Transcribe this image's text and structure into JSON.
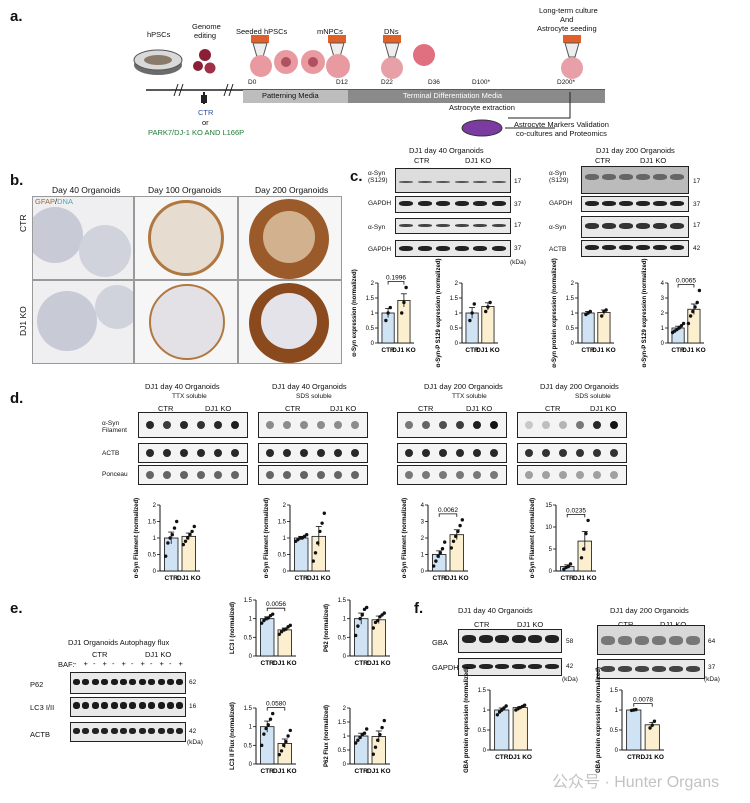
{
  "panels": {
    "a": "a.",
    "b": "b.",
    "c": "c.",
    "d": "d.",
    "e": "e.",
    "f": "f."
  },
  "panel_a": {
    "hpscs": "hPSCs",
    "genome_editing_1": "Genome",
    "genome_editing_2": "editing",
    "seeded": "Seeded hPSCs",
    "mnpcs": "mNPCs",
    "dns": "DNs",
    "long_term_1": "Long-term culture",
    "long_term_2": "And",
    "long_term_3": "Astrocyte seeding",
    "d0": "D0",
    "d12": "D12",
    "d22": "D22",
    "d36": "D36",
    "d100": "D100*",
    "d200": "D200*",
    "patterning": "Patterning Media",
    "terminal": "Terminal Differentiation Media",
    "astro_extraction": "Astrocyte extraction",
    "astro_markers_1": "Astrocyte Markers Validation",
    "astro_markers_2": "co-cultures and Proteomics",
    "ctr": "CTR",
    "or": "or",
    "ko": "PARK7/DJ-1 KO AND L166P"
  },
  "panel_b": {
    "col1": "Day 40 Organoids",
    "col2": "Day 100 Organoids",
    "col3": "Day 200 Organoids",
    "stain_gfap": "GFAP",
    "stain_sep": "/",
    "stain_dna": "DNA",
    "row1": "CTR",
    "row2": "DJ1 KO"
  },
  "panel_c": {
    "left_title": "DJ1 day 40 Organoids",
    "right_title": "DJ1 day 200 Organoids",
    "ctr": "CTR",
    "ko": "DJ1 KO",
    "row_syn_s129": "α-Syn (S129)",
    "row_gapdh": "GAPDH",
    "row_syn": "α-Syn",
    "row_actb": "ACTB",
    "mw_17": "17",
    "mw_37": "37",
    "mw_42": "42",
    "kda": "(kDa)"
  },
  "panel_d": {
    "t1": "DJ1 day 40 Organoids",
    "s1": "TTX soluble",
    "t2": "DJ1 day 40 Organoids",
    "s2": "SDS soluble",
    "t3": "DJ1 day 200 Organoids",
    "s3": "TTX soluble",
    "t4": "DJ1 day 200 Organoids",
    "s4": "SDS soluble",
    "row_filament": "α-Syn Filament",
    "row_actb": "ACTB",
    "row_ponceau": "Ponceau",
    "ctr": "CTR",
    "ko": "DJ1 KO"
  },
  "panel_e": {
    "title": "DJ1 Organoids Autophagy flux",
    "baf": "BAF:",
    "signs": [
      "-",
      "+",
      "-",
      "+",
      "-",
      "+",
      "-",
      "+",
      "-",
      "+",
      "-",
      "+"
    ],
    "ctr": "CTR",
    "ko": "DJ1 KO",
    "row_p62": "P62",
    "row_lc3": "LC3 I/II",
    "row_actb": "ACTB",
    "mw_62": "62",
    "mw_16": "16",
    "mw_42": "42",
    "kda": "(kDa)"
  },
  "panel_f": {
    "left_title": "DJ1 day 40 Organoids",
    "right_title": "DJ1 day 200 Organoids",
    "ctr": "CTR",
    "ko": "DJ1 KO",
    "row_gba": "GBA",
    "row_gapdh": "GAPDH",
    "mw_58": "58",
    "mw_42": "42",
    "mw_64": "64",
    "mw_37": "37",
    "kda": "(kDa)"
  },
  "watermark": "公众号 · Hunter Organs",
  "colors": {
    "ctr_bar": "#cfe3f5",
    "ko_bar": "#fbefcf",
    "media_bar": "#8f8f8f",
    "media_bar_light": "#c8c8c8",
    "ctr_text": "#2a4fa0",
    "ko_text": "#1f7a3a",
    "gfap": "#9a6a3a",
    "dna": "#6fb7c7",
    "organoid_stain": "#a0602e"
  },
  "chart_data": [
    {
      "id": "c1",
      "type": "bar",
      "categories": [
        "CTR",
        "DJ1 KO"
      ],
      "values": [
        1.0,
        1.42
      ],
      "errors": [
        0.15,
        0.22
      ],
      "ylabel": "α-Syn expression (normalized)",
      "ylim": [
        0,
        2
      ],
      "yticks": [
        0,
        0.5,
        1.0,
        1.5,
        2.0
      ],
      "pvalue": "0.1996",
      "points": [
        [
          0.75,
          1.0,
          1.18
        ],
        [
          1.0,
          1.35,
          1.85
        ]
      ]
    },
    {
      "id": "c2",
      "type": "bar",
      "categories": [
        "CTR",
        "DJ1 KO"
      ],
      "values": [
        1.0,
        1.22
      ],
      "errors": [
        0.18,
        0.12
      ],
      "ylabel": "α-Syn-P S129 expression (normalized)",
      "ylim": [
        0,
        2
      ],
      "yticks": [
        0,
        0.5,
        1.0,
        1.5,
        2.0
      ],
      "pvalue": "",
      "points": [
        [
          0.75,
          1.0,
          1.3
        ],
        [
          1.05,
          1.2,
          1.35
        ]
      ]
    },
    {
      "id": "c3",
      "type": "bar",
      "categories": [
        "CTR",
        "DJ1 KO"
      ],
      "values": [
        1.0,
        1.02
      ],
      "errors": [
        0.05,
        0.08
      ],
      "ylabel": "α-Syn protein expression (normalized)",
      "ylim": [
        0,
        2
      ],
      "yticks": [
        0,
        0.5,
        1.0,
        1.5,
        2.0
      ],
      "pvalue": "",
      "points": [
        [
          0.95,
          1.0,
          1.05
        ],
        [
          0.9,
          1.05,
          1.1
        ]
      ]
    },
    {
      "id": "c4",
      "type": "bar",
      "categories": [
        "CTR",
        "DJ1 KO"
      ],
      "values": [
        1.0,
        2.25
      ],
      "errors": [
        0.12,
        0.35
      ],
      "ylabel": "α-Syn-P S129 expression (normalized)",
      "ylim": [
        0,
        4
      ],
      "yticks": [
        0,
        1,
        2,
        3,
        4
      ],
      "pvalue": "0.0065",
      "points": [
        [
          0.7,
          0.8,
          0.9,
          1.0,
          1.15,
          1.3
        ],
        [
          1.3,
          1.8,
          2.1,
          2.4,
          2.7,
          3.5
        ]
      ]
    },
    {
      "id": "d1",
      "type": "bar",
      "categories": [
        "CTR",
        "DJ1 KO"
      ],
      "values": [
        1.0,
        1.05
      ],
      "errors": [
        0.18,
        0.1
      ],
      "ylabel": "α-Syn Filament (normalized)",
      "ylim": [
        0,
        2
      ],
      "yticks": [
        0,
        0.5,
        1.0,
        1.5,
        2.0
      ],
      "pvalue": "",
      "points": [
        [
          0.45,
          0.85,
          1.0,
          1.1,
          1.3,
          1.5
        ],
        [
          0.8,
          0.9,
          1.0,
          1.1,
          1.2,
          1.35
        ]
      ]
    },
    {
      "id": "d2",
      "type": "bar",
      "categories": [
        "CTR",
        "DJ1 KO"
      ],
      "values": [
        1.0,
        1.05
      ],
      "errors": [
        0.05,
        0.3
      ],
      "ylabel": "α-Syn Filament (normalized)",
      "ylim": [
        0,
        2
      ],
      "yticks": [
        0,
        0.5,
        1.0,
        1.5,
        2.0
      ],
      "pvalue": "",
      "points": [
        [
          0.9,
          0.95,
          1.0,
          1.0,
          1.05,
          1.1
        ],
        [
          0.3,
          0.55,
          0.85,
          1.2,
          1.45,
          1.75
        ]
      ]
    },
    {
      "id": "d3",
      "type": "bar",
      "categories": [
        "CTR",
        "DJ1 KO"
      ],
      "values": [
        1.0,
        2.2
      ],
      "errors": [
        0.22,
        0.3
      ],
      "ylabel": "α-Syn Filament (normalized)",
      "ylim": [
        0,
        4
      ],
      "yticks": [
        0,
        1,
        2,
        3,
        4
      ],
      "pvalue": "0.0062",
      "points": [
        [
          0.3,
          0.6,
          0.9,
          1.1,
          1.35,
          1.75
        ],
        [
          1.4,
          1.8,
          2.1,
          2.4,
          2.75,
          3.1
        ]
      ]
    },
    {
      "id": "d4",
      "type": "bar",
      "categories": [
        "CTR",
        "DJ1 KO"
      ],
      "values": [
        1.0,
        6.8
      ],
      "errors": [
        0.4,
        2.2
      ],
      "ylabel": "α-Syn Filament (normalized)",
      "ylim": [
        0,
        15
      ],
      "yticks": [
        0,
        5,
        10,
        15
      ],
      "pvalue": "0.0235",
      "points": [
        [
          0.4,
          0.8,
          1.0,
          1.6
        ],
        [
          3.0,
          5.0,
          8.5,
          11.5
        ]
      ]
    },
    {
      "id": "e1",
      "type": "bar",
      "categories": [
        "CTR",
        "DJ1 KO"
      ],
      "values": [
        1.0,
        0.7
      ],
      "errors": [
        0.05,
        0.05
      ],
      "ylabel": "LC3 I (normalized)",
      "ylim": [
        0,
        1.5
      ],
      "yticks": [
        0,
        0.5,
        1.0,
        1.5
      ],
      "pvalue": "0.0056",
      "points": [
        [
          0.88,
          0.95,
          1.0,
          1.02,
          1.08,
          1.12
        ],
        [
          0.58,
          0.65,
          0.7,
          0.72,
          0.78,
          0.82
        ]
      ]
    },
    {
      "id": "e2",
      "type": "bar",
      "categories": [
        "CTR",
        "DJ1 KO"
      ],
      "values": [
        1.0,
        0.97
      ],
      "errors": [
        0.15,
        0.1
      ],
      "ylabel": "P62 (normalized)",
      "ylim": [
        0,
        1.5
      ],
      "yticks": [
        0,
        0.5,
        1.0,
        1.5
      ],
      "pvalue": "",
      "points": [
        [
          0.55,
          0.8,
          1.0,
          1.1,
          1.25,
          1.3
        ],
        [
          0.75,
          0.9,
          0.95,
          1.05,
          1.1,
          1.15
        ]
      ]
    },
    {
      "id": "e3",
      "type": "bar",
      "categories": [
        "CTR",
        "DJ1 KO"
      ],
      "values": [
        1.0,
        0.55
      ],
      "errors": [
        0.15,
        0.12
      ],
      "ylabel": "LC3 II Flux (normalized)",
      "ylim": [
        0,
        1.5
      ],
      "yticks": [
        0,
        0.5,
        1.0,
        1.5
      ],
      "pvalue": "0.0580",
      "points": [
        [
          0.5,
          0.8,
          0.95,
          1.05,
          1.2,
          1.35
        ],
        [
          0.25,
          0.35,
          0.5,
          0.6,
          0.75,
          0.9
        ]
      ]
    },
    {
      "id": "e4",
      "type": "bar",
      "categories": [
        "CTR",
        "DJ1 KO"
      ],
      "values": [
        1.0,
        0.98
      ],
      "errors": [
        0.1,
        0.2
      ],
      "ylabel": "P62 Flux (normalized)",
      "ylim": [
        0,
        2
      ],
      "yticks": [
        0,
        0.5,
        1.0,
        1.5,
        2.0
      ],
      "pvalue": "",
      "points": [
        [
          0.75,
          0.85,
          0.95,
          1.05,
          1.1,
          1.25
        ],
        [
          0.35,
          0.6,
          0.85,
          1.05,
          1.3,
          1.55
        ]
      ]
    },
    {
      "id": "f1",
      "type": "bar",
      "categories": [
        "CTR",
        "DJ1 KO"
      ],
      "values": [
        1.0,
        1.06
      ],
      "errors": [
        0.05,
        0.03
      ],
      "ylabel": "GBA protein expression (normalized)",
      "ylim": [
        0,
        1.5
      ],
      "yticks": [
        0,
        0.5,
        1.0,
        1.5
      ],
      "pvalue": "",
      "points": [
        [
          0.88,
          0.95,
          1.0,
          1.05,
          1.1
        ],
        [
          1.0,
          1.03,
          1.06,
          1.09,
          1.12
        ]
      ]
    },
    {
      "id": "f2",
      "type": "bar",
      "categories": [
        "CTR",
        "DJ1 KO"
      ],
      "values": [
        1.0,
        0.63
      ],
      "errors": [
        0.01,
        0.06
      ],
      "ylabel": "GBA protein expression (normalized)",
      "ylim": [
        0,
        1.5
      ],
      "yticks": [
        0,
        0.5,
        1.0,
        1.5
      ],
      "pvalue": "0.0078",
      "points": [
        [
          0.99,
          1.0,
          1.01
        ],
        [
          0.55,
          0.62,
          0.72
        ]
      ]
    }
  ]
}
